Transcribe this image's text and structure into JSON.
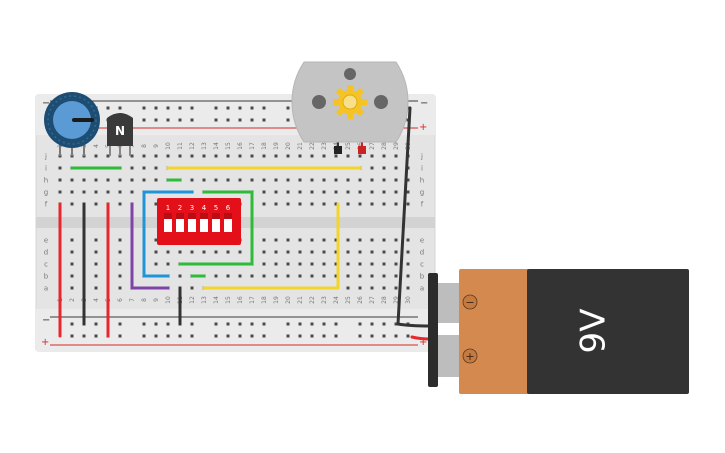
{
  "breadboard": {
    "row_labels_top": [
      "j",
      "i",
      "h",
      "g",
      "f"
    ],
    "row_labels_bottom": [
      "e",
      "d",
      "c",
      "b",
      "a"
    ],
    "column_numbers": [
      "1",
      "2",
      "3",
      "4",
      "5",
      "6",
      "7",
      "8",
      "9",
      "10",
      "11",
      "12",
      "13",
      "14",
      "15",
      "16",
      "17",
      "18",
      "19",
      "20",
      "21",
      "22",
      "23",
      "24",
      "25",
      "26",
      "27",
      "28",
      "29",
      "30"
    ],
    "rail_minus": "−",
    "rail_plus": "+"
  },
  "components": {
    "transistor": {
      "label": "N"
    },
    "dip_switch": {
      "positions": [
        "1",
        "2",
        "3",
        "4",
        "5",
        "6"
      ]
    },
    "battery": {
      "label": "9V",
      "minus_symbol": "−",
      "plus_symbol": "+"
    }
  },
  "colors": {
    "board": "#e4e4e4",
    "rail_red": "#d42a2a",
    "rail_blue": "#3a3a3a",
    "wire_red": "#e8262b",
    "wire_black": "#333333",
    "wire_green": "#2ebb3a",
    "wire_yellow": "#f2d42a",
    "wire_blue": "#1f95d8",
    "wire_purple": "#7e44a8",
    "battery_body": "#333333",
    "battery_label": "#d4894e",
    "dip_switch": "#e3101a",
    "motor": "#c4c4c4",
    "motor_gear": "#f5c324",
    "pot_body": "#1d4d73",
    "pot_knob": "#5b9bd5"
  }
}
